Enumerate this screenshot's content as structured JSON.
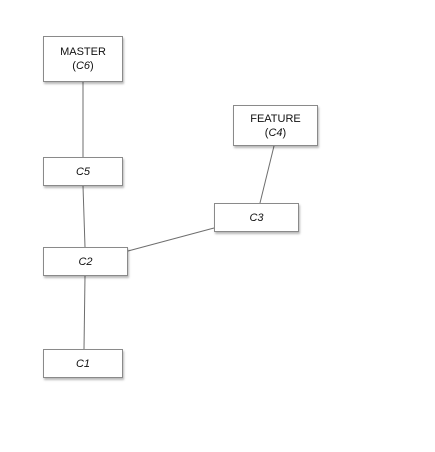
{
  "nodes": {
    "master": {
      "label": "MASTER",
      "ref_open": "(",
      "ref_commit": "C6",
      "ref_close": ")"
    },
    "feature": {
      "label": "FEATURE",
      "ref_open": "(",
      "ref_commit": "C4",
      "ref_close": ")"
    },
    "c5": {
      "label": "C5"
    },
    "c3": {
      "label": "C3"
    },
    "c2": {
      "label": "C2"
    },
    "c1": {
      "label": "C1"
    }
  },
  "edges": [
    {
      "from": "master",
      "to": "c5"
    },
    {
      "from": "c5",
      "to": "c2"
    },
    {
      "from": "c2",
      "to": "c1"
    },
    {
      "from": "c2",
      "to": "c3"
    },
    {
      "from": "c3",
      "to": "feature"
    }
  ],
  "colors": {
    "edge": "#6e6e6e",
    "border": "#8a8a8a"
  }
}
